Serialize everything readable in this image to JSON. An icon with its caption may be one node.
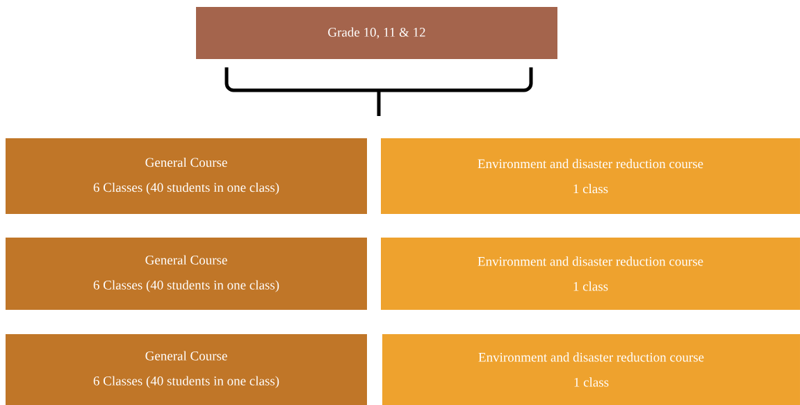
{
  "diagram": {
    "nodes": [
      {
        "text": [
          "Grade 10, 11 & 12"
        ]
      },
      {
        "text": [
          "General Course",
          "6 Classes (40 students in one class)"
        ]
      },
      {
        "text": [
          "Environment and disaster reduction course",
          "1 class"
        ]
      },
      {
        "text": [
          "General Course",
          "6 Classes (40 students in one class)"
        ]
      },
      {
        "text": [
          "Environment and disaster reduction course",
          "1 class"
        ]
      },
      {
        "text": [
          "General Course",
          "6 Classes (40 students in one class)"
        ]
      },
      {
        "text": [
          "Environment and disaster reduction course",
          "1 class"
        ]
      }
    ]
  }
}
